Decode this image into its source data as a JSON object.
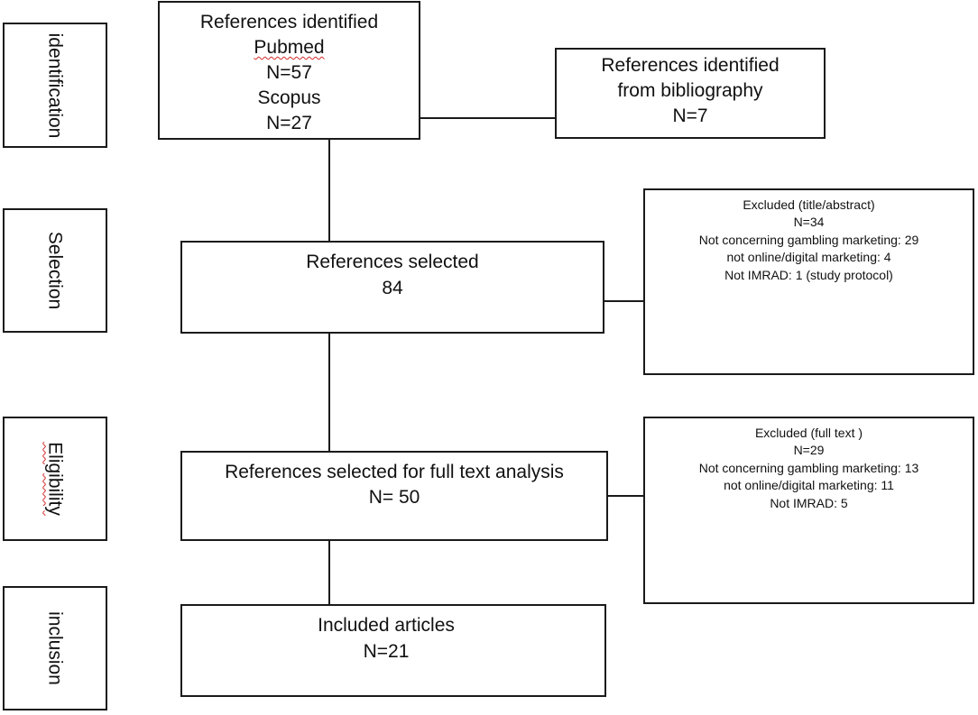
{
  "stages": {
    "identification": "identification",
    "selection": "Selection",
    "eligibility": "Eligibility",
    "inclusion": "inclusion"
  },
  "identified": {
    "title": "References identified",
    "source1_name": "Pubmed",
    "source1_count": "N=57",
    "source2_name": "Scopus",
    "source2_count": "N=27"
  },
  "bibliography": {
    "line1": "References identified",
    "line2": "from bibliography",
    "count": "N=7"
  },
  "selected": {
    "title": "References selected",
    "count": "84"
  },
  "excluded_title_abstract": {
    "title": "Excluded (title/abstract)",
    "count": "N=34",
    "reason1": "Not concerning gambling marketing: 29",
    "reason2": "not online/digital marketing: 4",
    "reason3": "Not IMRAD: 1 (study protocol)"
  },
  "full_text": {
    "title": "References selected for full text analysis",
    "count": "N= 50"
  },
  "excluded_full_text": {
    "title": "Excluded (full text )",
    "count": "N=29",
    "reason1": "Not concerning gambling marketing: 13",
    "reason2": "not online/digital marketing: 11",
    "reason3": "Not IMRAD: 5"
  },
  "included": {
    "title": "Included articles",
    "count": "N=21"
  }
}
